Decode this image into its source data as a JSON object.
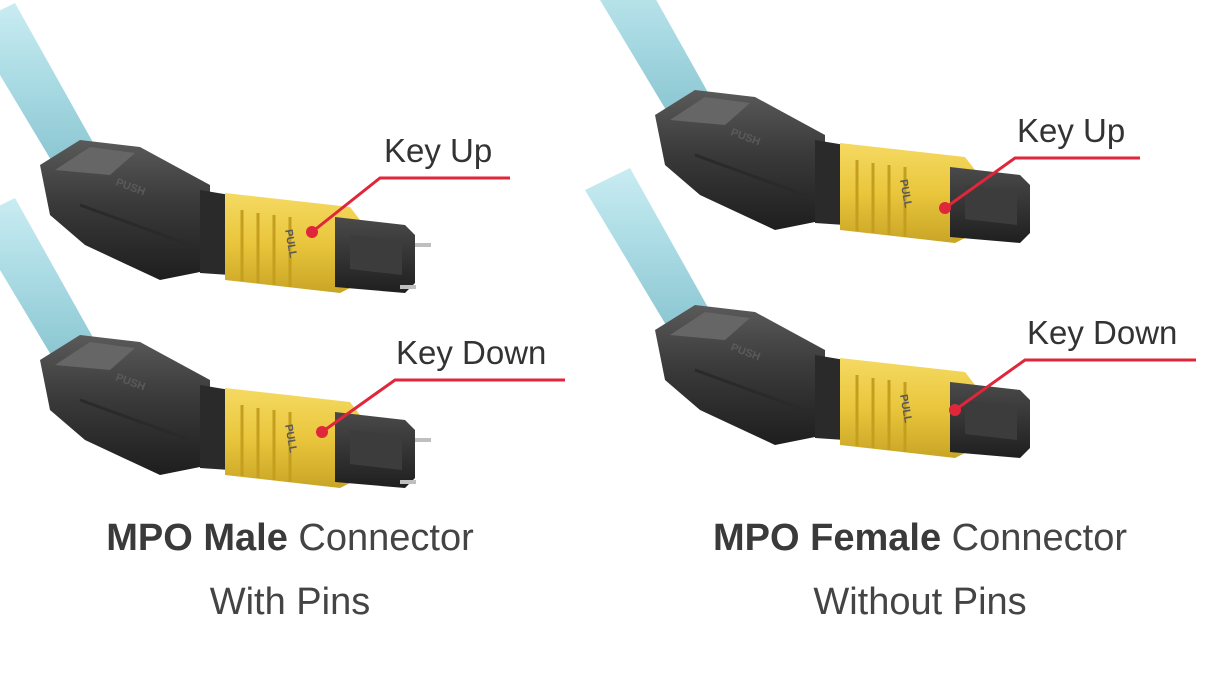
{
  "panels": [
    {
      "id": "male",
      "caption": {
        "bold": "MPO Male",
        "regular": "Connector",
        "line2": "With Pins"
      },
      "top": {
        "key_label": "Key Up"
      },
      "bottom": {
        "key_label": "Key Down"
      },
      "has_pins": true
    },
    {
      "id": "female",
      "caption": {
        "bold": "MPO Female",
        "regular": "Connector",
        "line2": "Without Pins"
      },
      "top": {
        "key_label": "Key Up"
      },
      "bottom": {
        "key_label": "Key Down"
      },
      "has_pins": false
    }
  ],
  "connector_markings": {
    "boot": "PUSH",
    "housing": "PULL"
  },
  "colors": {
    "cable": "#a7d9e2",
    "boot": "#3a3a3a",
    "housing": "#e9c63c",
    "ferrule": "#2e2e2e",
    "pointer": "#e0263a",
    "caption_text": "#444444"
  }
}
